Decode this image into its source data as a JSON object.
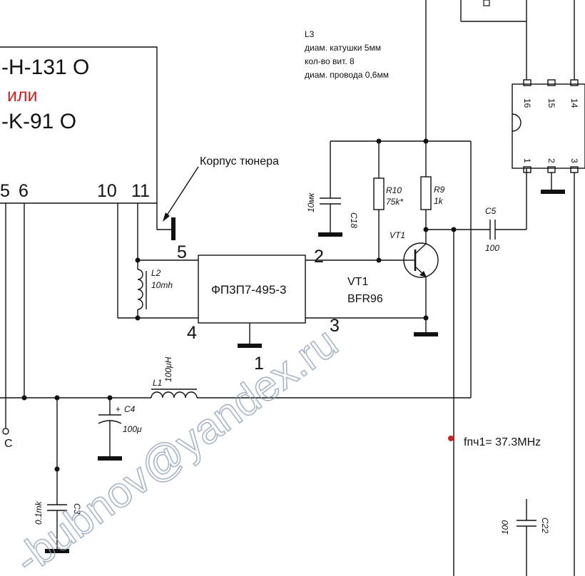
{
  "tuner": {
    "line1": "-H-131 O",
    "line2": "или",
    "line3": "-K-91 O",
    "pin5": "5",
    "pin6": "6",
    "pin10": "10",
    "pin11": "11"
  },
  "case_label": "Корпус тюнера",
  "coil_note": {
    "title": "L3",
    "line1": "диам. катушки 5мм",
    "line2": "кол-во вит. 8",
    "line3": "диам. провода 0,6мм"
  },
  "filter": {
    "name": "ФП3П7-495-3",
    "pin1": "1",
    "pin2": "2",
    "pin3": "3",
    "pin4": "4",
    "pin5": "5"
  },
  "transistor": {
    "ref": "VT1",
    "ref_big": "VT1",
    "model": "BFR96"
  },
  "components": {
    "l2_ref": "L2",
    "l2_val": "10mh",
    "l1_ref": "L1",
    "l1_val": "100μH",
    "c4_ref": "C4",
    "c4_val": "100μ",
    "c4_plus": "+",
    "c3_ref": "C3",
    "c3_val": "0.1mk",
    "c18_ref": "C18",
    "c18_val": "10мк",
    "r10_ref": "R10",
    "r10_val": "75k*",
    "r9_ref": "R9",
    "r9_val": "1k",
    "c5_ref": "C5",
    "c5_val": "100",
    "c22_ref": "C22",
    "c22_val": "100"
  },
  "ic": {
    "pin16": "16",
    "pin15": "15",
    "pin14": "14",
    "pin1": "1",
    "pin2": "2",
    "pin3": "3"
  },
  "freq_label": "fпч1= 37.3MHz",
  "left_terminal": "C",
  "watermark": "-bubnov@yandex.ru",
  "colors": {
    "line": "#111111",
    "accent_red": "#cc2222",
    "watermark": "#8c9db4"
  }
}
